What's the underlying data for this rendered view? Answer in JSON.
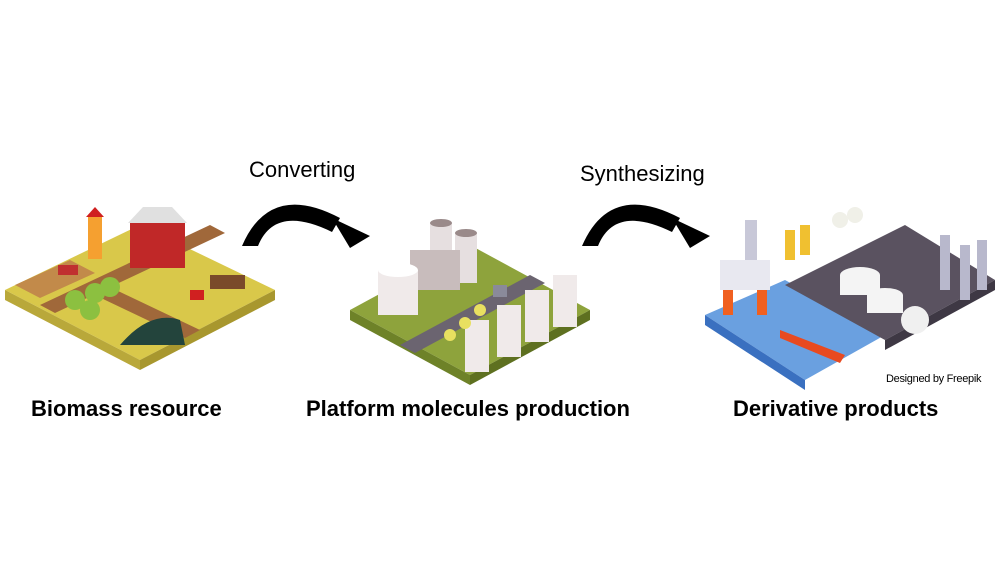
{
  "diagram": {
    "steps": [
      {
        "label": "Biomass resource",
        "illustration": "farm-illustration"
      },
      {
        "label": "Platform molecules production",
        "illustration": "power-plant-illustration"
      },
      {
        "label": "Derivative products",
        "illustration": "refinery-illustration"
      }
    ],
    "arrows": [
      {
        "label": "Converting",
        "icon": "curved-arrow-icon"
      },
      {
        "label": "Synthesizing",
        "icon": "curved-arrow-icon"
      }
    ],
    "credit": "Designed by Freepik",
    "colors": {
      "text": "#000000",
      "arrow": "#000000",
      "farm_ground": "#d9c84a",
      "farm_path": "#a0683a",
      "plant_ground": "#8ea33c",
      "plant_road": "#6b6470",
      "refinery_ground": "#5a5260",
      "water": "#6aa0e0"
    }
  }
}
